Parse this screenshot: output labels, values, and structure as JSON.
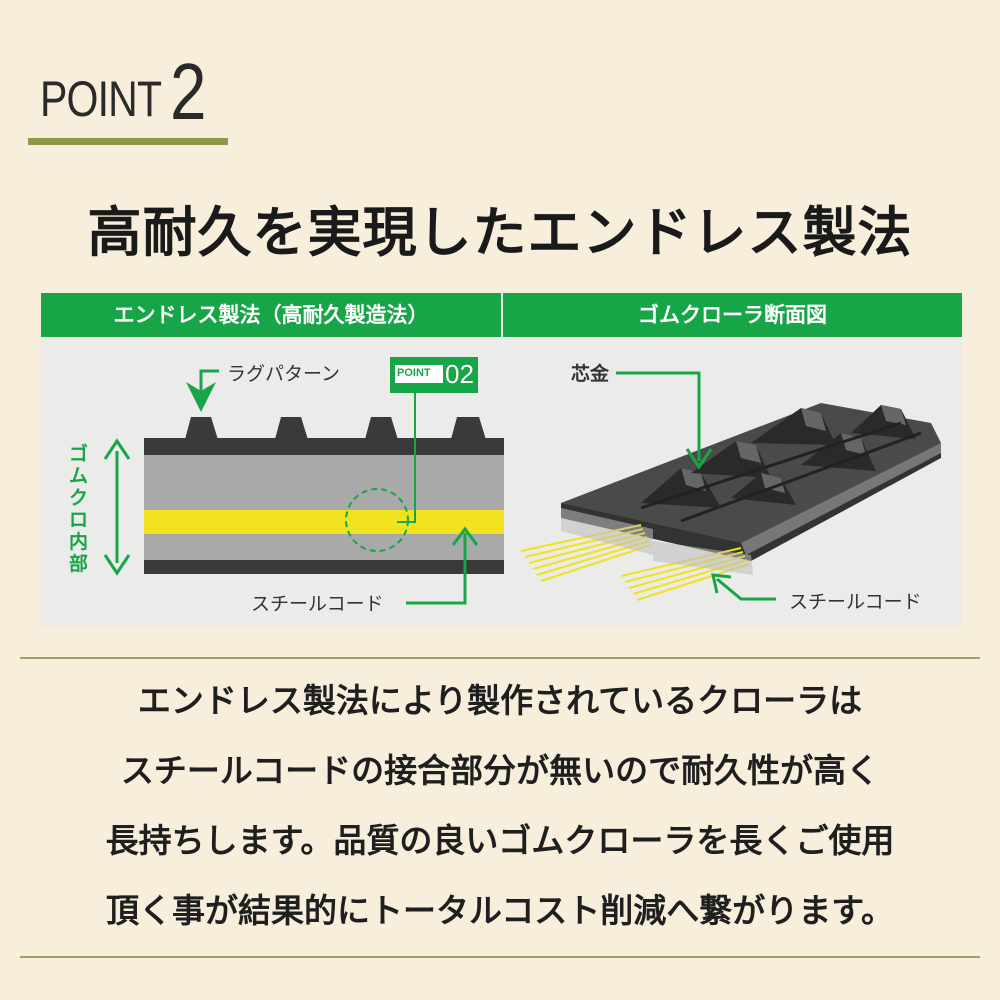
{
  "point": {
    "word": "POINT",
    "number": "2"
  },
  "title": "高耐久を実現したエンドレス製法",
  "figure": {
    "left_header": "エンドレス製法（高耐久製造法）",
    "right_header": "ゴムクローラ断面図",
    "lug_label": "ラグパターン",
    "inner_label": "ゴムクロ内部",
    "badge_word": "POINT",
    "badge_num": "02",
    "steel_cord_left": "スチールコード",
    "core_label": "芯金",
    "steel_cord_right": "スチールコード"
  },
  "body_lines": [
    "エンドレス製法により製作されているクローラは",
    "スチールコードの接合部分が無いので耐久性が高く",
    "長持ちします。品質の良いゴムクローラを長くご使用",
    "頂く事が結果的にトータルコスト削減へ繋がります。"
  ],
  "colors": {
    "background": "#f7efdc",
    "accent_olive": "#8c9a47",
    "header_green": "#18a548",
    "steel_yellow": "#f0e21e",
    "rubber_dark": "#3a3a3a"
  }
}
